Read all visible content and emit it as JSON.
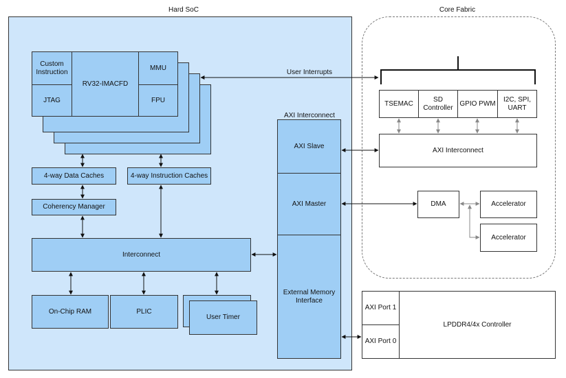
{
  "titles": {
    "hard_soc": "Hard SoC",
    "core_fabric": "Core Fabric",
    "axi_interconnect_col": "AXI Interconnect",
    "user_interrupts": "User Interrupts"
  },
  "cpu": {
    "custom_instruction": "Custom Instruction",
    "core": "RV32-IMACFD",
    "mmu": "MMU",
    "jtag": "JTAG",
    "fpu": "FPU"
  },
  "soc_blocks": {
    "data_caches": "4-way Data Caches",
    "instr_caches": "4-way Instruction Caches",
    "coherency": "Coherency Manager",
    "interconnect": "Interconnect",
    "ram": "On-Chip RAM",
    "plic": "PLIC",
    "user_timer": "User Timer"
  },
  "axi_column": {
    "slave": "AXI Slave",
    "master": "AXI Master",
    "ext_mem": "External Memory Interface"
  },
  "fabric": {
    "peripherals": [
      "TSEMAC",
      "SD Controller",
      "GPIO PWM",
      "I2C, SPI, UART"
    ],
    "axi_interconnect": "AXI Interconnect",
    "dma": "DMA",
    "accelerator_1": "Accelerator",
    "accelerator_2": "Accelerator"
  },
  "memory": {
    "port1": "AXI Port 1",
    "port0": "AXI Port 0",
    "controller": "LPDDR4/4x Controller"
  },
  "colors": {
    "soc_bg": "#cfe6fb",
    "block_blue": "#9fcef5",
    "line": "#333333",
    "arrow_gray": "#888888"
  }
}
